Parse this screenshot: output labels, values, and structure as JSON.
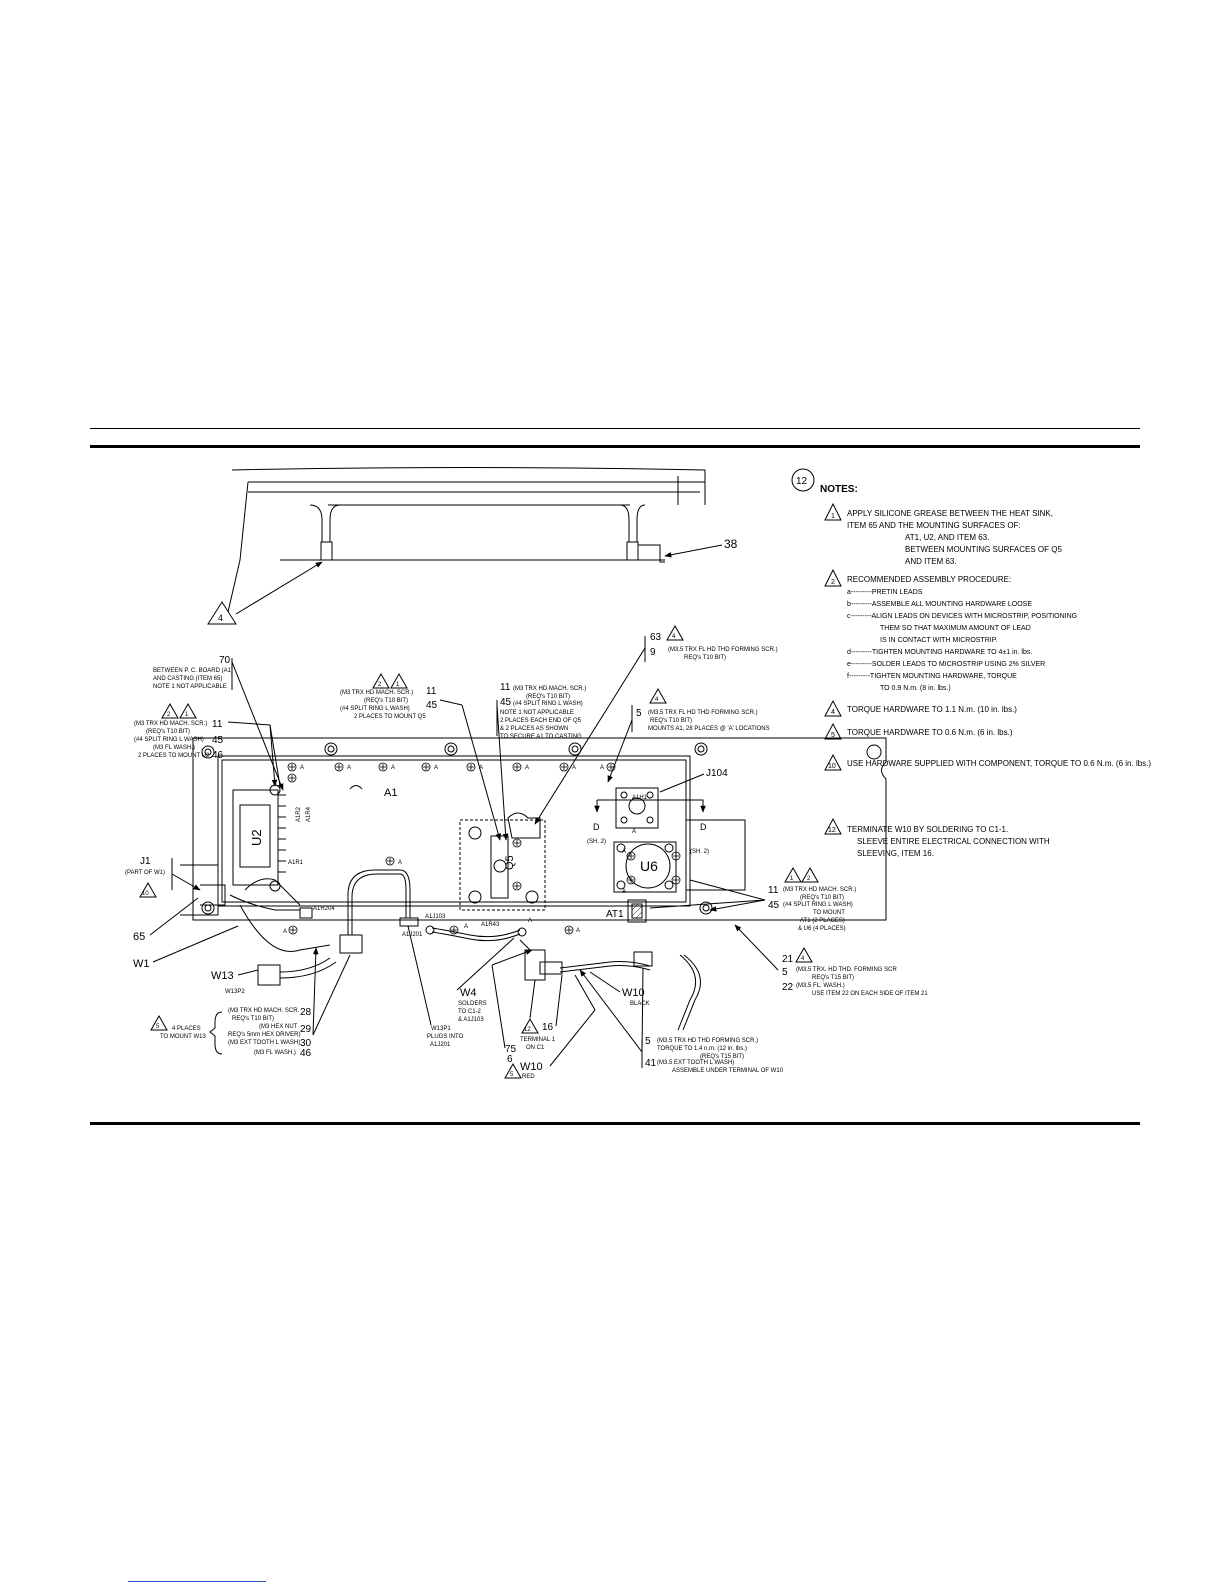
{
  "notes": {
    "flag_number": "12",
    "title": "NOTES:",
    "items": [
      {
        "flag": "1",
        "lines": [
          "APPLY SILICONE GREASE BETWEEN THE HEAT SINK,",
          "ITEM 65 AND THE MOUNTING SURFACES OF:",
          "AT1, U2, AND ITEM 63.",
          "BETWEEN MOUNTING SURFACES OF Q5",
          "AND ITEM 63."
        ]
      },
      {
        "flag": "2",
        "lines": [
          "RECOMMENDED ASSEMBLY PROCEDURE:",
          "a---------PRETIN LEADS",
          "b---------ASSEMBLE ALL MOUNTING HARDWARE LOOSE",
          "c---------ALIGN LEADS ON DEVICES WITH MICROSTRIP, POSITIONING",
          "THEM SO THAT MAXIMUM AMOUNT OF LEAD",
          "IS IN CONTACT WITH MICROSTRIP.",
          "d---------TIGHTEN MOUNTING HARDWARE TO 4±1 in. lbs.",
          "e---------SOLDER LEADS TO MICROSTRIP USING 2% SILVER",
          "f---------TIGHTEN MOUNTING HARDWARE, TORQUE",
          "TO 0.9 N.m. (8 in. lbs.)"
        ]
      },
      {
        "flag": "4",
        "lines": [
          "TORQUE HARDWARE TO 1.1 N.m. (10 in. lbs.)"
        ]
      },
      {
        "flag": "5",
        "lines": [
          "TORQUE HARDWARE TO 0.6 N.m. (6 in. lbs.)"
        ]
      },
      {
        "flag": "10",
        "lines": [
          "USE HARDWARE SUPPLIED WITH COMPONENT, TORQUE TO 0.6 N.m. (6 in. lbs.)"
        ]
      },
      {
        "flag": "12",
        "lines": [
          "TERMINATE W10 BY SOLDERING TO C1-1.",
          "SLEEVE ENTIRE ELECTRICAL CONNECTION WITH",
          "SLEEVING, ITEM 16."
        ]
      }
    ]
  },
  "detail": {
    "item_38": "38",
    "flag_4": "4"
  },
  "board": {
    "a1": "A1",
    "u2": "U2",
    "u6": "U6",
    "q5": "Q5",
    "at1": "AT1",
    "j104": "J104",
    "a1r1": "A1R1",
    "a1r2": "A1R2",
    "a1r4": "A1R4",
    "a1r204": "A1R204",
    "a1j103": "A1J103",
    "a1j201": "A1J201",
    "a1r43": "A1R43",
    "a1h1": "A1H1",
    "mount_a": "A",
    "section_d": "D",
    "section_sh2": "(SH. 2)"
  },
  "callouts": {
    "c70": {
      "num": "70",
      "lines": [
        "BETWEEN P. C. BOARD (A1)",
        "AND CASTING (ITEM 65)",
        "NOTE 1 NOT APPLICABLE"
      ]
    },
    "cu2": {
      "flags": [
        "2",
        "1"
      ],
      "rows": [
        [
          "(M3 TRX HD MACH. SCR.)",
          "11"
        ],
        [
          "(REQ's T10 BIT)",
          ""
        ],
        [
          "(#4 SPLIT RING L WASH)",
          "45"
        ],
        [
          "(M3 FL WASH.)",
          ""
        ],
        [
          "2 PLACES TO MOUNT U2",
          "46"
        ]
      ]
    },
    "cq5": {
      "flags": [
        "2",
        "1"
      ],
      "rows": [
        [
          "(M3 TRX HD MACH. SCR.)",
          "11"
        ],
        [
          "(REQ's T10 BIT)",
          ""
        ],
        [
          "(#4 SPLIT RING L WASH)",
          "45"
        ],
        [
          "2 PLACES TO MOUNT Q5",
          ""
        ]
      ]
    },
    "cmid": {
      "rows": [
        [
          "11",
          "(M3 TRX HD MACH. SCR.)"
        ],
        [
          "",
          "(REQ's T10 BIT)"
        ],
        [
          "45",
          "(#4 SPLIT RING L WASH)"
        ]
      ],
      "notes": [
        "NOTE 1 NOT APPLICABLE",
        "2 PLACES EACH END OF Q5",
        "& 2 PLACES AS SHOWN",
        "TO SECURE A1 TO CASTING"
      ]
    },
    "c63": {
      "nums": [
        "63",
        "9"
      ],
      "flag": "4",
      "lines": [
        "(M3.5 TRX FL HD THD FORMING SCR.)",
        "REQ's T10 BIT)"
      ]
    },
    "c5top": {
      "num": "5",
      "flag": "4",
      "lines": [
        "(M3.5 TRX FL HD THD FORMING SCR.)",
        "REQ's T10 BIT)",
        "MOUNTS A1, 28 PLACES @ 'A' LOCATIONS"
      ]
    },
    "cj1": {
      "label": "J1",
      "sub": "(PART OF W1)",
      "flag": "10"
    },
    "c65": "65",
    "cw1": "W1",
    "cw13": "W13",
    "cw13p2": "W13P2",
    "cu6": {
      "flags": [
        "1",
        "2"
      ],
      "rows": [
        [
          "11",
          "(M3 TRX HD MACH. SCR.)"
        ],
        [
          "",
          "(REQ's T10 BIT)"
        ],
        [
          "45",
          "(#4 SPLIT RING L WASH)"
        ],
        [
          "",
          "TO MOUNT"
        ],
        [
          "",
          "AT1 (2 PLACES)"
        ],
        [
          "",
          "& U6 (4 PLACES)"
        ]
      ]
    },
    "c21": {
      "rows": [
        [
          "21",
          ""
        ],
        [
          "5",
          "(M3.5 TRX. HD THD. FORMING SCR"
        ],
        [
          "",
          "REQ's T15 BIT)"
        ],
        [
          "22",
          "(M3.5 FL. WASH.)"
        ],
        [
          "",
          "USE ITEM 22 ON EACH SIDE OF ITEM 21"
        ]
      ],
      "flag": "4"
    },
    "cw13m": {
      "flag": "5",
      "left": [
        "4 PLACES",
        "TO MOUNT W13"
      ],
      "rows": [
        [
          "(M3 TRX HD MACH. SCR.",
          "28"
        ],
        [
          "REQ's T10 BIT)",
          ""
        ],
        [
          "(M3 HEX NUT",
          "29"
        ],
        [
          "REQ's 5mm HEX DRIVER)",
          ""
        ],
        [
          "(M3 EXT TOOTH L WASH)",
          "30"
        ],
        [
          "(M3 FL WASH.)",
          "46"
        ]
      ]
    },
    "cw4": {
      "label": "W4",
      "lines": [
        "SOLDERS",
        "TO C1-2",
        "& A1J103"
      ]
    },
    "cw13p1": {
      "lines": [
        "W13P1",
        "PLUGS INTO",
        "A1J201"
      ]
    },
    "c75": {
      "nums": [
        "75",
        "6"
      ]
    },
    "c16": {
      "num": "16",
      "flag": "12",
      "lines": [
        "TERMINAL 1",
        "ON C1"
      ]
    },
    "cw10red": {
      "label": "W10",
      "flag": "5",
      "sub": "RED"
    },
    "cw10black": {
      "label": "W10",
      "sub": "BLACK"
    },
    "cbottom": {
      "rows": [
        [
          "5",
          "(M3.5 TRX HD THD FORMING SCR.)"
        ],
        [
          "",
          "TORQUE TO 1.4 n.m. (12 in. lbs.)"
        ],
        [
          "",
          "(REQ's T15 BIT)"
        ],
        [
          "41",
          "(M3.5 EXT TOOTH L WASH)"
        ],
        [
          "",
          "ASSEMBLE UNDER TERMINAL OF W10"
        ]
      ]
    }
  }
}
